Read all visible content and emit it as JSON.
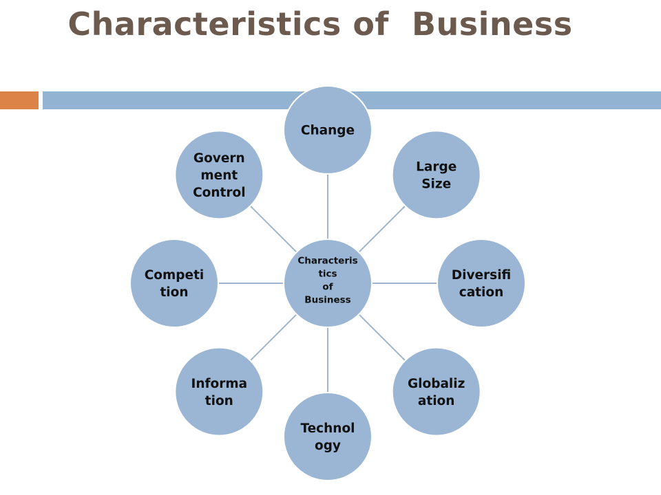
{
  "title": "Characteristics of  Business",
  "colors": {
    "title": "#6d5a4f",
    "accent_orange": "#dc8447",
    "accent_blue": "#93b3d3",
    "node_fill": "#9ab6d4",
    "node_stroke": "#ffffff",
    "connector": "#9db5cf"
  },
  "center": {
    "lines": [
      "Characteris",
      "tics",
      "of",
      "Business"
    ]
  },
  "nodes": [
    {
      "id": "change",
      "lines": [
        "Change"
      ]
    },
    {
      "id": "large-size",
      "lines": [
        "Large",
        "Size"
      ]
    },
    {
      "id": "diversification",
      "lines": [
        "Diversifi",
        "cation"
      ]
    },
    {
      "id": "globalization",
      "lines": [
        "Globaliz",
        "ation"
      ]
    },
    {
      "id": "technology",
      "lines": [
        "Technol",
        "ogy"
      ]
    },
    {
      "id": "information",
      "lines": [
        "Informa",
        "tion"
      ]
    },
    {
      "id": "competition",
      "lines": [
        "Competi",
        "tion"
      ]
    },
    {
      "id": "government-control",
      "lines": [
        "Govern",
        "ment",
        "Control"
      ]
    }
  ]
}
